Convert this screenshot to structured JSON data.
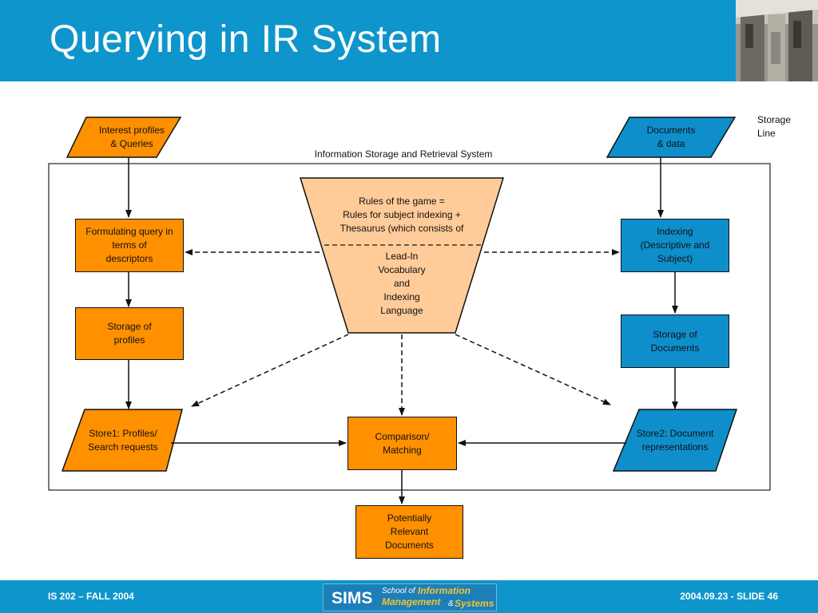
{
  "slide": {
    "title": "Querying in IR System",
    "footer_left": "IS 202 – FALL 2004",
    "footer_right": "2004.09.23 - SLIDE 46",
    "logo": {
      "sims": "SIMS",
      "school_of": "School of",
      "information": "Information",
      "management": "Management",
      "amp": "&",
      "systems": "Systems"
    }
  },
  "diagram": {
    "storage_line": [
      "Storage",
      "Line"
    ],
    "system_label": "Information Storage and Retrieval System",
    "interest_profiles": [
      "Interest profiles",
      "& Queries"
    ],
    "documents": [
      "Documents",
      "& data"
    ],
    "formulating": [
      "Formulating query in",
      "terms of",
      "descriptors"
    ],
    "indexing": [
      "Indexing",
      "(Descriptive and",
      "Subject)"
    ],
    "rules_top": [
      "Rules of the game =",
      "Rules for subject indexing +",
      "Thesaurus (which consists of"
    ],
    "rules_bottom": [
      "Lead-In",
      "Vocabulary",
      "and",
      "Indexing",
      "Language"
    ],
    "storage_profiles": [
      "Storage of",
      "profiles"
    ],
    "storage_documents": [
      "Storage of",
      "Documents"
    ],
    "store1": [
      "Store1: Profiles/",
      "Search requests"
    ],
    "store2": [
      "Store2: Document",
      "representations"
    ],
    "comparison": [
      "Comparison/",
      "Matching"
    ],
    "relevant": [
      "Potentially",
      "Relevant",
      "Documents"
    ]
  },
  "colors": {
    "header": "#0e96cc",
    "orange": "#ff9000",
    "blue": "#0e8fcc",
    "rules_fill": "#ffcc99"
  }
}
